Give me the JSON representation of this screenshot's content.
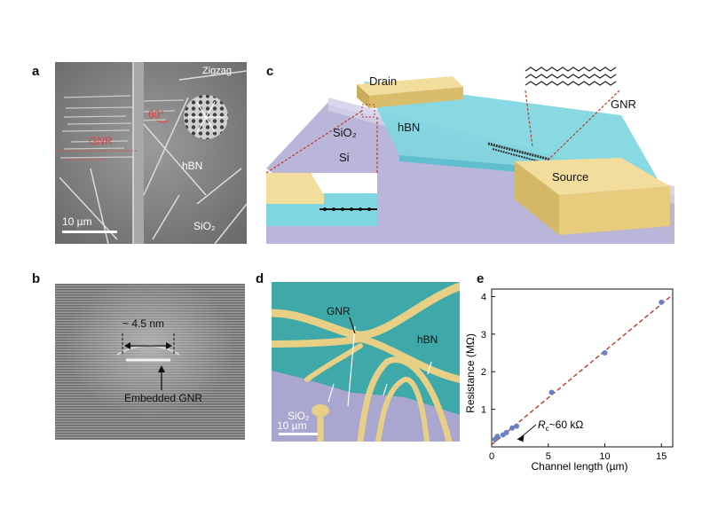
{
  "figure": {
    "panel_a": {
      "letter": "a",
      "labels": {
        "zigzag": "Zigzag",
        "angle": "60°",
        "gnr": "GNR",
        "hbn": "hBN",
        "sio2": "SiO₂",
        "scale": "10 µm"
      }
    },
    "panel_b": {
      "letter": "b",
      "labels": {
        "width": "~ 4.5 nm",
        "embedded": "Embedded GNR"
      }
    },
    "panel_c": {
      "letter": "c",
      "labels": {
        "drain": "Drain",
        "source": "Source",
        "gnr": "GNR",
        "hbn": "hBN",
        "sio2": "SiO₂",
        "si": "Si"
      }
    },
    "panel_d": {
      "letter": "d",
      "labels": {
        "gnr": "GNR",
        "hbn": "hBN",
        "sio2": "SiO₂",
        "scale": "10 µm"
      }
    },
    "panel_e": {
      "letter": "e",
      "annotation_prefix": "R",
      "annotation_sub": "c",
      "annotation_suffix": "~60 kΩ"
    },
    "colors": {
      "hbn_blue": "#7fd6e0",
      "gold": "#e8cf86",
      "substrate": "#a9a6cf",
      "fit_line": "#c0392b",
      "point": "#6b7fc4"
    }
  },
  "chart_data": {
    "type": "scatter",
    "xlabel": "Channel length (µm)",
    "ylabel": "Resistance (MΩ)",
    "xlim": [
      0,
      16
    ],
    "ylim": [
      0,
      4.2
    ],
    "xticks": [
      0,
      5,
      10,
      15
    ],
    "yticks": [
      1,
      2,
      3,
      4
    ],
    "series": [
      {
        "x": [
          0.3,
          0.5,
          1.0,
          1.3,
          1.8,
          2.2,
          5.3,
          10.0,
          15.0
        ],
        "y": [
          0.2,
          0.28,
          0.32,
          0.38,
          0.5,
          0.55,
          1.45,
          2.5,
          3.85
        ]
      }
    ],
    "fit": {
      "x": [
        0,
        16
      ],
      "y": [
        0.06,
        4.05
      ]
    },
    "annotation_point": {
      "x": 2.0,
      "y": 0.18
    }
  }
}
